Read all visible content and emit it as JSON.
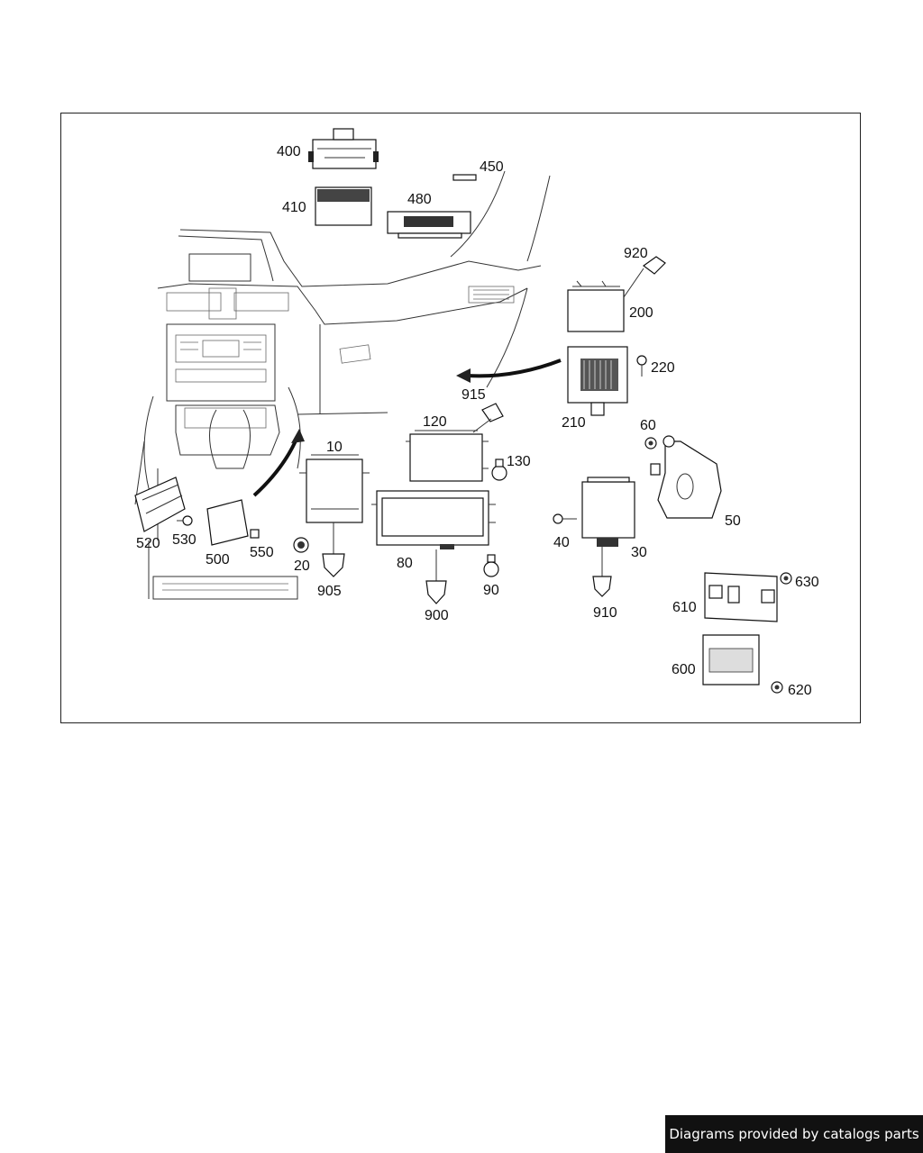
{
  "diagram": {
    "part_labels": [
      {
        "id": "400",
        "text": "400"
      },
      {
        "id": "450",
        "text": "450"
      },
      {
        "id": "410",
        "text": "410"
      },
      {
        "id": "480",
        "text": "480"
      },
      {
        "id": "920",
        "text": "920"
      },
      {
        "id": "200",
        "text": "200"
      },
      {
        "id": "220",
        "text": "220"
      },
      {
        "id": "210",
        "text": "210"
      },
      {
        "id": "915",
        "text": "915"
      },
      {
        "id": "60",
        "text": "60"
      },
      {
        "id": "120",
        "text": "120"
      },
      {
        "id": "10",
        "text": "10"
      },
      {
        "id": "130",
        "text": "130"
      },
      {
        "id": "520",
        "text": "520"
      },
      {
        "id": "530",
        "text": "530"
      },
      {
        "id": "500",
        "text": "500"
      },
      {
        "id": "550",
        "text": "550"
      },
      {
        "id": "20",
        "text": "20"
      },
      {
        "id": "905",
        "text": "905"
      },
      {
        "id": "80",
        "text": "80"
      },
      {
        "id": "900",
        "text": "900"
      },
      {
        "id": "90",
        "text": "90"
      },
      {
        "id": "40",
        "text": "40"
      },
      {
        "id": "30",
        "text": "30"
      },
      {
        "id": "910",
        "text": "910"
      },
      {
        "id": "50",
        "text": "50"
      },
      {
        "id": "630",
        "text": "630"
      },
      {
        "id": "610",
        "text": "610"
      },
      {
        "id": "600",
        "text": "600"
      },
      {
        "id": "620",
        "text": "620"
      }
    ]
  },
  "footer": {
    "credit": "Diagrams provided by catalogs parts"
  }
}
